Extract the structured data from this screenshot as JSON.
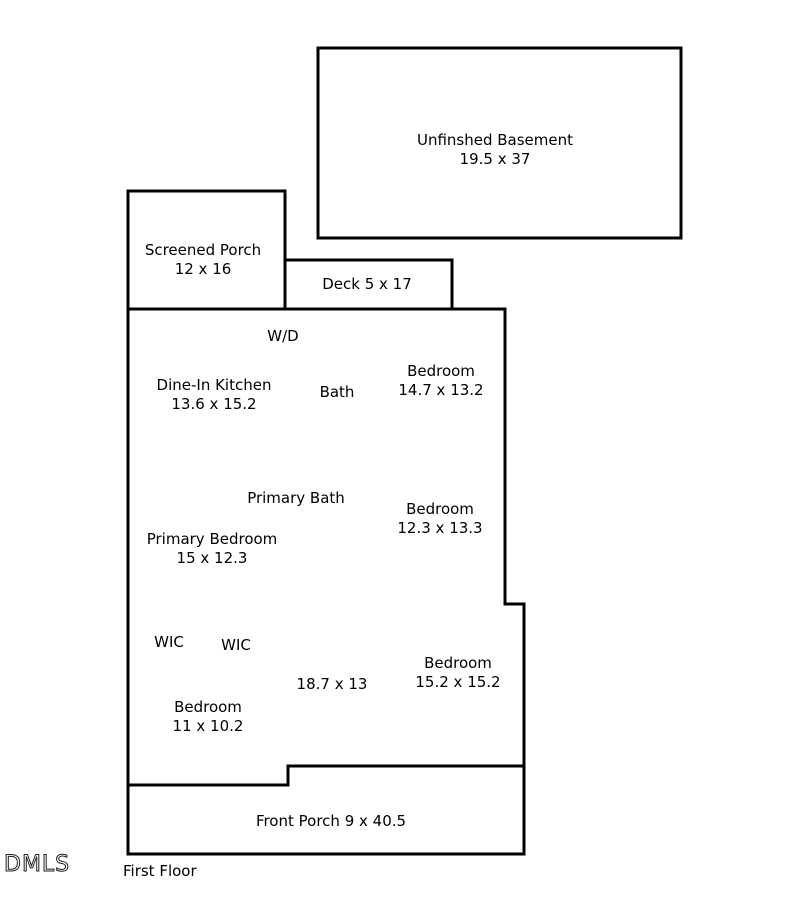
{
  "rooms": {
    "basement": {
      "name": "Unfinshed Basement",
      "dims": "19.5 x 37"
    },
    "screened_porch": {
      "name": "Screened Porch",
      "dims": "12 x 16"
    },
    "deck": {
      "label": "Deck 5 x 17"
    },
    "wd": {
      "label": "W/D"
    },
    "kitchen": {
      "name": "Dine-In Kitchen",
      "dims": "13.6 x 15.2"
    },
    "bath": {
      "label": "Bath"
    },
    "bedroom_1": {
      "name": "Bedroom",
      "dims": "14.7 x 13.2"
    },
    "primary_bath": {
      "label": "Primary Bath"
    },
    "bedroom_2": {
      "name": "Bedroom",
      "dims": "12.3 x 13.3"
    },
    "primary_bedroom": {
      "name": "Primary Bedroom",
      "dims": "15 x 12.3"
    },
    "wic_1": {
      "label": "WIC"
    },
    "wic_2": {
      "label": "WIC"
    },
    "living": {
      "label": "18.7 x 13"
    },
    "bedroom_3": {
      "name": "Bedroom",
      "dims": "15.2 x 15.2"
    },
    "bedroom_4": {
      "name": "Bedroom",
      "dims": "11 x 10.2"
    },
    "front_porch": {
      "label": "Front Porch 9 x 40.5"
    }
  },
  "caption": "First Floor",
  "watermark": "DMLS"
}
